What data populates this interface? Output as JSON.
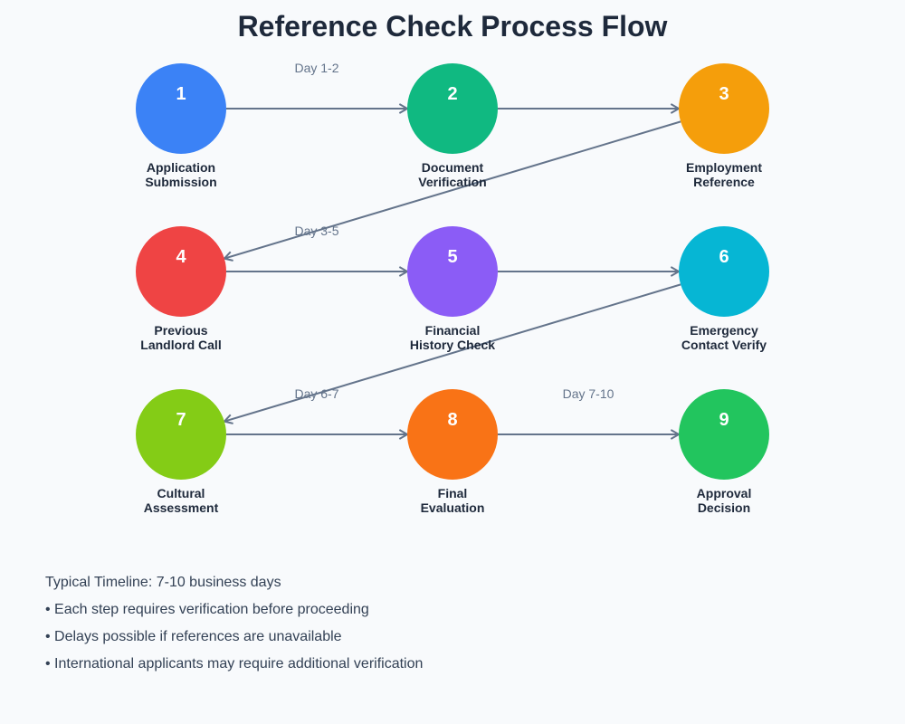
{
  "title": "Reference Check Process Flow",
  "steps": [
    {
      "number": "1",
      "label_line1": "Application",
      "label_line2": "Submission",
      "color": "#3b82f6"
    },
    {
      "number": "2",
      "label_line1": "Document",
      "label_line2": "Verification",
      "color": "#10b981"
    },
    {
      "number": "3",
      "label_line1": "Employment",
      "label_line2": "Reference",
      "color": "#f59e0b"
    },
    {
      "number": "4",
      "label_line1": "Previous",
      "label_line2": "Landlord Call",
      "color": "#ef4444"
    },
    {
      "number": "5",
      "label_line1": "Financial",
      "label_line2": "History Check",
      "color": "#8b5cf6"
    },
    {
      "number": "6",
      "label_line1": "Emergency",
      "label_line2": "Contact Verify",
      "color": "#06b6d4"
    },
    {
      "number": "7",
      "label_line1": "Cultural",
      "label_line2": "Assessment",
      "color": "#84cc16"
    },
    {
      "number": "8",
      "label_line1": "Final",
      "label_line2": "Evaluation",
      "color": "#f97316"
    },
    {
      "number": "9",
      "label_line1": "Approval",
      "label_line2": "Decision",
      "color": "#22c55e"
    }
  ],
  "connections": [
    {
      "from": 1,
      "to": 2
    },
    {
      "from": 2,
      "to": 3
    },
    {
      "from": 3,
      "to": 4
    },
    {
      "from": 4,
      "to": 5
    },
    {
      "from": 5,
      "to": 6
    },
    {
      "from": 6,
      "to": 7
    },
    {
      "from": 7,
      "to": 8
    },
    {
      "from": 8,
      "to": 9
    }
  ],
  "day_labels": [
    "Day 1-2",
    "Day 3-5",
    "Day 6-7",
    "Day 7-10"
  ],
  "notes": {
    "timeline": "Typical Timeline: 7-10 business days",
    "bullets": [
      "• Each step requires verification before proceeding",
      "• Delays possible if references are unavailable",
      "• International applicants may require additional verification"
    ]
  },
  "colors": {
    "background": "#f8fafc",
    "text": "#1e293b",
    "arrow": "#64748b",
    "day_label": "#64748b",
    "notes_text": "#334155"
  }
}
